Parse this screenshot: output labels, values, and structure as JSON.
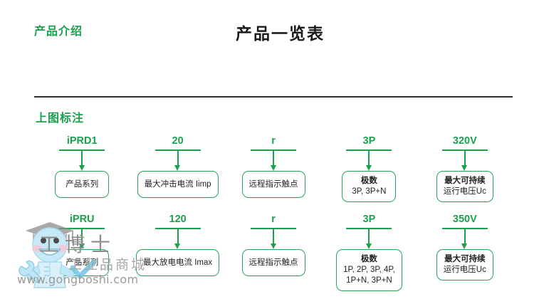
{
  "header": {
    "kicker": "产品介绍",
    "title": "产品一览表"
  },
  "section": {
    "heading": "上图标注"
  },
  "legend": {
    "rows": [
      {
        "id": "iprd1",
        "columns": [
          {
            "code": "iPRD1",
            "lines": [
              "产品系列"
            ]
          },
          {
            "code": "20",
            "lines": [
              "最大冲击电流 Iimp"
            ]
          },
          {
            "code": "r",
            "lines": [
              "远程指示触点"
            ]
          },
          {
            "code": "3P",
            "lines": [
              "极数",
              "3P, 3P+N"
            ]
          },
          {
            "code": "320V",
            "lines": [
              "最大可持续",
              "运行电压Uc"
            ]
          }
        ]
      },
      {
        "id": "ipru",
        "columns": [
          {
            "code": "iPRU",
            "lines": [
              "产品系列"
            ]
          },
          {
            "code": "120",
            "lines": [
              "最大放电电流 Imax"
            ]
          },
          {
            "code": "r",
            "lines": [
              "远程指示触点"
            ]
          },
          {
            "code": "3P",
            "lines": [
              "极数",
              "1P, 2P, 3P, 4P,",
              "1P+N, 3P+N"
            ]
          },
          {
            "code": "350V",
            "lines": [
              "最大可持续",
              "运行电压Uc"
            ]
          }
        ]
      }
    ]
  },
  "watermark": {
    "brand_cn": "工博士",
    "tagline_cn": "工业品商城",
    "url": "www.gongboshi.com"
  },
  "colors": {
    "green": "#1ba04e",
    "box_border": "#28a35a",
    "title": "#1a1a1a",
    "divider": "#2b2f33",
    "watermark": "#9a9a9a",
    "mascot_body": "#bfe6f5"
  }
}
